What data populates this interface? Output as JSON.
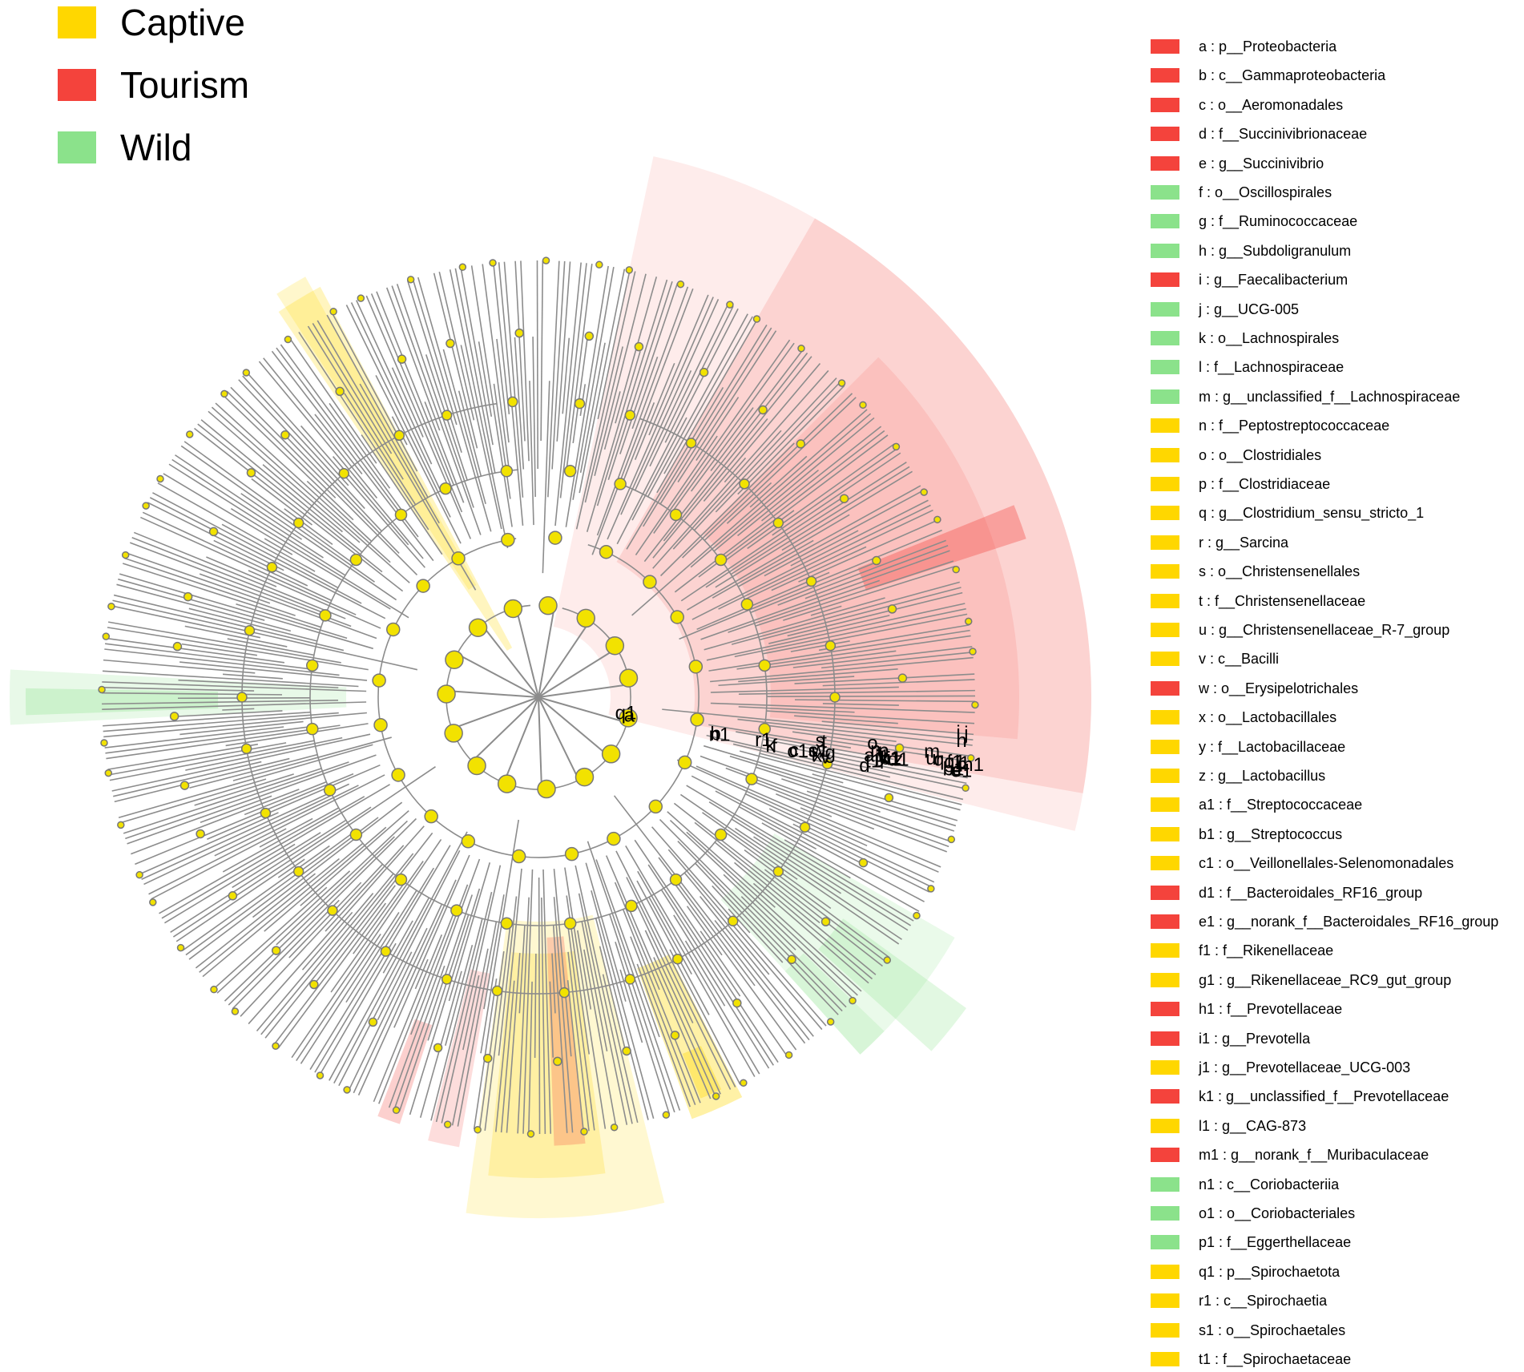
{
  "colors": {
    "captive": "#FFD700",
    "tourism": "#F4433C",
    "wild": "#8BE28B",
    "branch": "#8C8C8C",
    "node_default": "#F2E200",
    "node_stroke": "#777777"
  },
  "group_legend": [
    {
      "label": "Captive",
      "color": "#FFD700"
    },
    {
      "label": "Tourism",
      "color": "#F4433C"
    },
    {
      "label": "Wild",
      "color": "#8BE28B"
    }
  ],
  "taxa_legend": [
    {
      "id": "a",
      "label": "a : p__Proteobacteria",
      "group": "Tourism",
      "color": "#F4433C"
    },
    {
      "id": "b",
      "label": "b : c__Gammaproteobacteria",
      "group": "Tourism",
      "color": "#F4433C"
    },
    {
      "id": "c",
      "label": "c : o__Aeromonadales",
      "group": "Tourism",
      "color": "#F4433C"
    },
    {
      "id": "d",
      "label": "d : f__Succinivibrionaceae",
      "group": "Tourism",
      "color": "#F4433C"
    },
    {
      "id": "e",
      "label": "e : g__Succinivibrio",
      "group": "Tourism",
      "color": "#F4433C"
    },
    {
      "id": "f",
      "label": "f : o__Oscillospirales",
      "group": "Wild",
      "color": "#8BE28B"
    },
    {
      "id": "g",
      "label": "g : f__Ruminococcaceae",
      "group": "Wild",
      "color": "#8BE28B"
    },
    {
      "id": "h",
      "label": "h : g__Subdoligranulum",
      "group": "Wild",
      "color": "#8BE28B"
    },
    {
      "id": "i",
      "label": "i : g__Faecalibacterium",
      "group": "Tourism",
      "color": "#F4433C"
    },
    {
      "id": "j",
      "label": "j : g__UCG-005",
      "group": "Wild",
      "color": "#8BE28B"
    },
    {
      "id": "k",
      "label": "k : o__Lachnospirales",
      "group": "Wild",
      "color": "#8BE28B"
    },
    {
      "id": "l",
      "label": "l : f__Lachnospiraceae",
      "group": "Wild",
      "color": "#8BE28B"
    },
    {
      "id": "m",
      "label": "m : g__unclassified_f__Lachnospiraceae",
      "group": "Wild",
      "color": "#8BE28B"
    },
    {
      "id": "n",
      "label": "n : f__Peptostreptococcaceae",
      "group": "Captive",
      "color": "#FFD700"
    },
    {
      "id": "o",
      "label": "o : o__Clostridiales",
      "group": "Captive",
      "color": "#FFD700"
    },
    {
      "id": "p",
      "label": "p : f__Clostridiaceae",
      "group": "Captive",
      "color": "#FFD700"
    },
    {
      "id": "q",
      "label": "q : g__Clostridium_sensu_stricto_1",
      "group": "Captive",
      "color": "#FFD700"
    },
    {
      "id": "r",
      "label": "r : g__Sarcina",
      "group": "Captive",
      "color": "#FFD700"
    },
    {
      "id": "s",
      "label": "s : o__Christensenellales",
      "group": "Captive",
      "color": "#FFD700"
    },
    {
      "id": "t",
      "label": "t : f__Christensenellaceae",
      "group": "Captive",
      "color": "#FFD700"
    },
    {
      "id": "u",
      "label": "u : g__Christensenellaceae_R-7_group",
      "group": "Captive",
      "color": "#FFD700"
    },
    {
      "id": "v",
      "label": "v : c__Bacilli",
      "group": "Captive",
      "color": "#FFD700"
    },
    {
      "id": "w",
      "label": "w : o__Erysipelotrichales",
      "group": "Tourism",
      "color": "#F4433C"
    },
    {
      "id": "x",
      "label": "x : o__Lactobacillales",
      "group": "Captive",
      "color": "#FFD700"
    },
    {
      "id": "y",
      "label": "y : f__Lactobacillaceae",
      "group": "Captive",
      "color": "#FFD700"
    },
    {
      "id": "z",
      "label": "z : g__Lactobacillus",
      "group": "Captive",
      "color": "#FFD700"
    },
    {
      "id": "a1",
      "label": "a1 : f__Streptococcaceae",
      "group": "Captive",
      "color": "#FFD700"
    },
    {
      "id": "b1",
      "label": "b1 : g__Streptococcus",
      "group": "Captive",
      "color": "#FFD700"
    },
    {
      "id": "c1",
      "label": "c1 : o__Veillonellales-Selenomonadales",
      "group": "Captive",
      "color": "#FFD700"
    },
    {
      "id": "d1",
      "label": "d1 : f__Bacteroidales_RF16_group",
      "group": "Tourism",
      "color": "#F4433C"
    },
    {
      "id": "e1",
      "label": "e1 : g__norank_f__Bacteroidales_RF16_group",
      "group": "Tourism",
      "color": "#F4433C"
    },
    {
      "id": "f1",
      "label": "f1 : f__Rikenellaceae",
      "group": "Captive",
      "color": "#FFD700"
    },
    {
      "id": "g1",
      "label": "g1 : g__Rikenellaceae_RC9_gut_group",
      "group": "Captive",
      "color": "#FFD700"
    },
    {
      "id": "h1",
      "label": "h1 : f__Prevotellaceae",
      "group": "Tourism",
      "color": "#F4433C"
    },
    {
      "id": "i1",
      "label": "i1 : g__Prevotella",
      "group": "Tourism",
      "color": "#F4433C"
    },
    {
      "id": "j1",
      "label": "j1 : g__Prevotellaceae_UCG-003",
      "group": "Captive",
      "color": "#FFD700"
    },
    {
      "id": "k1",
      "label": "k1 : g__unclassified_f__Prevotellaceae",
      "group": "Tourism",
      "color": "#F4433C"
    },
    {
      "id": "l1",
      "label": "l1 : g__CAG-873",
      "group": "Captive",
      "color": "#FFD700"
    },
    {
      "id": "m1",
      "label": "m1 : g__norank_f__Muribaculaceae",
      "group": "Tourism",
      "color": "#F4433C"
    },
    {
      "id": "n1",
      "label": "n1 : c__Coriobacteriia",
      "group": "Wild",
      "color": "#8BE28B"
    },
    {
      "id": "o1",
      "label": "o1 : o__Coriobacteriales",
      "group": "Wild",
      "color": "#8BE28B"
    },
    {
      "id": "p1",
      "label": "p1 : f__Eggerthellaceae",
      "group": "Wild",
      "color": "#8BE28B"
    },
    {
      "id": "q1",
      "label": "q1 : p__Spirochaetota",
      "group": "Captive",
      "color": "#FFD700"
    },
    {
      "id": "r1",
      "label": "r1 : c__Spirochaetia",
      "group": "Captive",
      "color": "#FFD700"
    },
    {
      "id": "s1",
      "label": "s1 : o__Spirochaetales",
      "group": "Captive",
      "color": "#FFD700"
    },
    {
      "id": "t1",
      "label": "t1 : f__Spirochaetaceae",
      "group": "Captive",
      "color": "#FFD700"
    }
  ],
  "tree_labels": [
    {
      "text": "a",
      "group": "Tourism"
    },
    {
      "text": "b",
      "group": "Tourism"
    },
    {
      "text": "c",
      "group": "Tourism"
    },
    {
      "text": "d",
      "group": "Tourism"
    },
    {
      "text": "e",
      "group": "Tourism"
    },
    {
      "text": "f",
      "group": "Wild"
    },
    {
      "text": "g",
      "group": "Wild"
    },
    {
      "text": "h",
      "group": "Wild"
    },
    {
      "text": "i",
      "group": "Tourism"
    },
    {
      "text": "j",
      "group": "Wild"
    },
    {
      "text": "k",
      "group": "Wild"
    },
    {
      "text": "l",
      "group": "Wild"
    },
    {
      "text": "m",
      "group": "Wild"
    },
    {
      "text": "n",
      "group": "Captive"
    },
    {
      "text": "o",
      "group": "Captive"
    },
    {
      "text": "p",
      "group": "Captive"
    },
    {
      "text": "q",
      "group": "Captive"
    },
    {
      "text": "r",
      "group": "Captive"
    },
    {
      "text": "s",
      "group": "Captive"
    },
    {
      "text": "t",
      "group": "Captive"
    },
    {
      "text": "u",
      "group": "Captive"
    },
    {
      "text": "v",
      "group": "Captive"
    },
    {
      "text": "w",
      "group": "Tourism"
    },
    {
      "text": "x",
      "group": "Captive"
    },
    {
      "text": "y",
      "group": "Captive"
    },
    {
      "text": "z",
      "group": "Captive"
    },
    {
      "text": "a1",
      "group": "Captive"
    },
    {
      "text": "b1",
      "group": "Captive"
    },
    {
      "text": "c1",
      "group": "Captive"
    },
    {
      "text": "d1",
      "group": "Tourism"
    },
    {
      "text": "e1",
      "group": "Tourism"
    },
    {
      "text": "f1",
      "group": "Captive"
    },
    {
      "text": "g1",
      "group": "Captive"
    },
    {
      "text": "h1",
      "group": "Tourism"
    },
    {
      "text": "i1",
      "group": "Tourism"
    },
    {
      "text": "j1",
      "group": "Captive"
    },
    {
      "text": "k1",
      "group": "Tourism"
    },
    {
      "text": "l1",
      "group": "Captive"
    },
    {
      "text": "m1",
      "group": "Tourism"
    },
    {
      "text": "n1",
      "group": "Wild"
    },
    {
      "text": "o1",
      "group": "Wild"
    },
    {
      "text": "p1",
      "group": "Wild"
    },
    {
      "text": "q1",
      "group": "Captive"
    },
    {
      "text": "r1",
      "group": "Captive"
    },
    {
      "text": "s1",
      "group": "Captive"
    },
    {
      "text": "t1",
      "group": "Captive"
    }
  ]
}
